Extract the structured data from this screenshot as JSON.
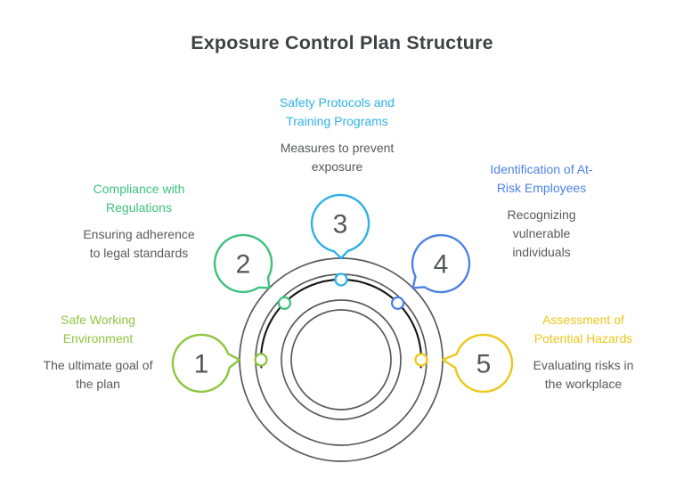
{
  "title": {
    "text": "Exposure Control Plan Structure",
    "color": "#3f4144"
  },
  "items": [
    {
      "number": "1",
      "label": "Safe Working Environment",
      "description": "The ultimate goal of the plan",
      "color": "#8dc63f"
    },
    {
      "number": "2",
      "label": "Compliance with Regulations",
      "description": "Ensuring adherence to legal standards",
      "color": "#3ec17e"
    },
    {
      "number": "3",
      "label": "Safety Protocols and Training Programs",
      "description": "Measures to prevent exposure",
      "color": "#2fb1e5"
    },
    {
      "number": "4",
      "label": "Identification of At-Risk Employees",
      "description": "Recognizing vulnerable individuals",
      "color": "#4c82e6"
    },
    {
      "number": "5",
      "label": "Assessment of Potential Hazards",
      "description": "Evaluating risks in the workplace",
      "color": "#ecc71c"
    }
  ],
  "diagram": {
    "ring_color": "#5a5a5c",
    "arc_color": "#161616",
    "number_color": "#55575a",
    "description_color": "#58595b",
    "background": "#ffffff"
  }
}
